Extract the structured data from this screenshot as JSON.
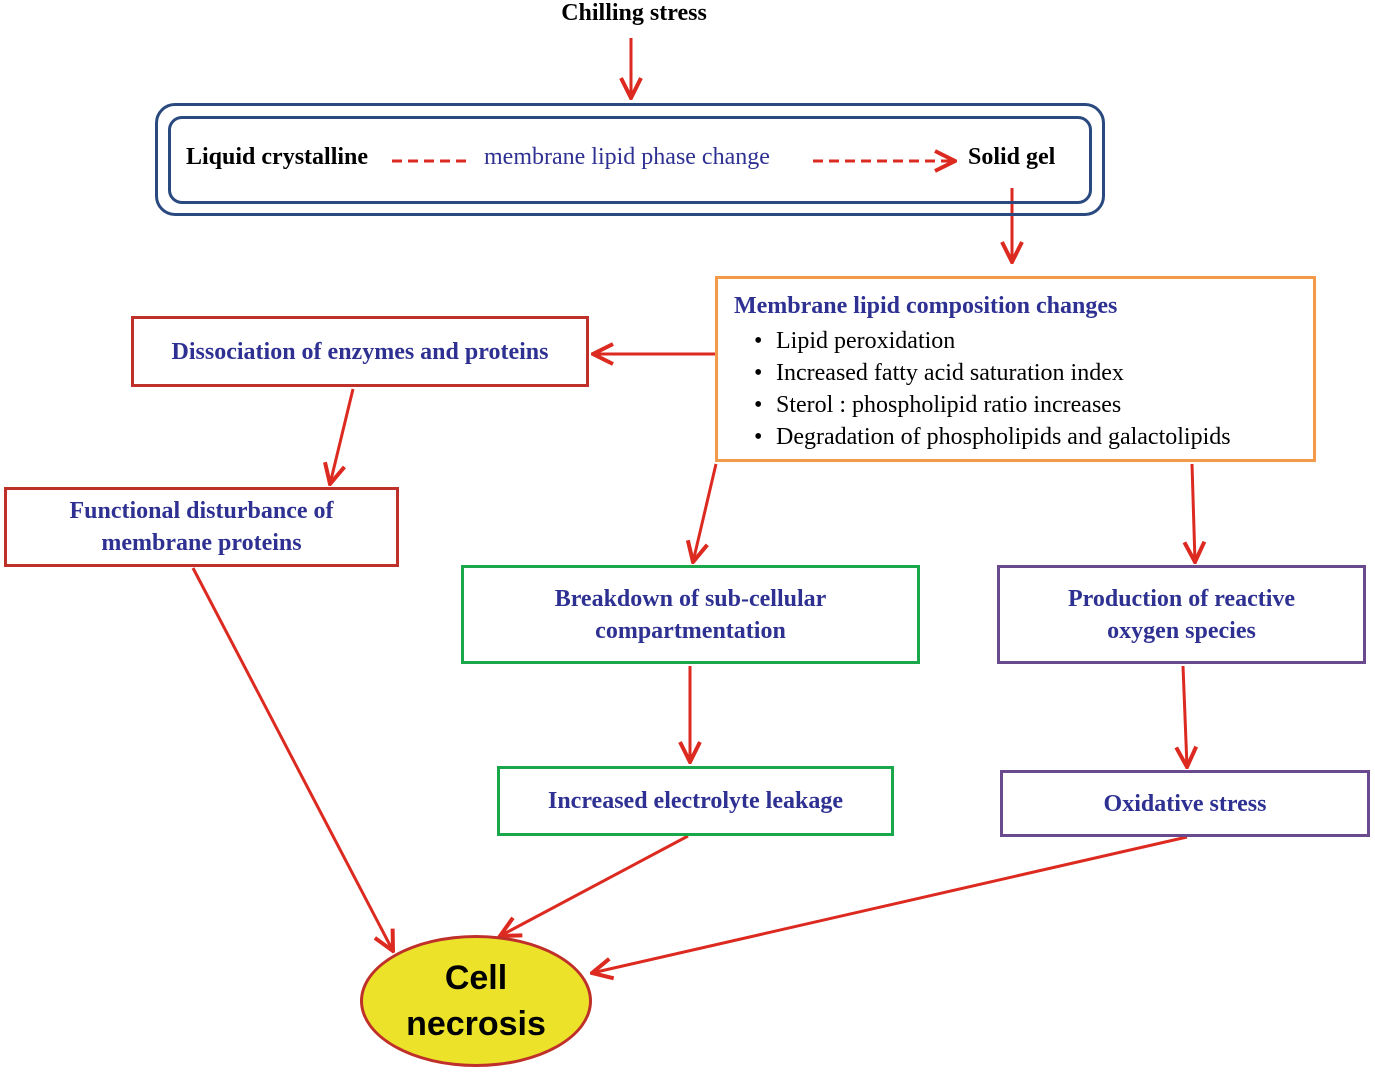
{
  "colors": {
    "arrow": "#dc2a20",
    "title_text": "#2e3192",
    "phase_border": "#2a4a7f",
    "red_box": "#c0302a",
    "orange_box": "#f39a4a",
    "green_box": "#1aa64a",
    "purple_box": "#6a4a8e",
    "necrosis_fill": "#ece22a"
  },
  "trigger": "Chilling stress",
  "phase": {
    "start": "Liquid crystalline",
    "label": "membrane lipid phase change",
    "end": "Solid gel"
  },
  "composition": {
    "title": "Membrane lipid composition changes",
    "items": [
      "Lipid peroxidation",
      "Increased fatty acid saturation index",
      "Sterol : phospholipid ratio increases",
      "Degradation of phospholipids and galactolipids"
    ]
  },
  "boxes": {
    "dissociation": "Dissociation of enzymes and proteins",
    "functional_line1": "Functional disturbance of",
    "functional_line2": "membrane proteins",
    "breakdown_line1": "Breakdown of sub-cellular",
    "breakdown_line2": "compartmentation",
    "ros_line1": "Production of reactive",
    "ros_line2": "oxygen species",
    "leakage": "Increased electrolyte leakage",
    "oxidative": "Oxidative stress"
  },
  "outcome": {
    "line1": "Cell",
    "line2": "necrosis"
  }
}
